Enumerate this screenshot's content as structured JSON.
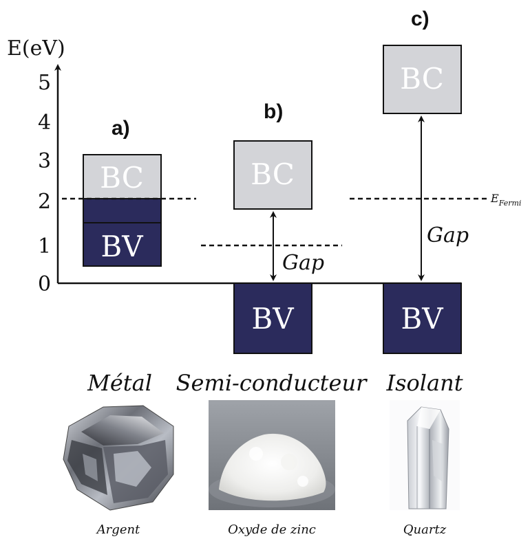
{
  "axis": {
    "label": "E(eV)",
    "ticks": [
      "0",
      "1",
      "2",
      "3",
      "4",
      "5"
    ]
  },
  "panels": {
    "a": {
      "letter": "a)",
      "bc_label": "BC",
      "bv_label": "BV",
      "material": "Métal",
      "caption": "Argent"
    },
    "b": {
      "letter": "b)",
      "bc_label": "BC",
      "bv_label": "BV",
      "gap_label": "Gap",
      "material": "Semi-conducteur",
      "caption": "Oxyde de zinc"
    },
    "c": {
      "letter": "c)",
      "bc_label": "BC",
      "bv_label": "BV",
      "gap_label": "Gap",
      "material": "Isolant",
      "caption": "Quartz"
    }
  },
  "fermi": {
    "label": "E",
    "subscript": "Fermi"
  },
  "colors": {
    "valence_band": "#2b2b5c",
    "conduction_band": "#d3d4d8",
    "axis": "#111111"
  }
}
